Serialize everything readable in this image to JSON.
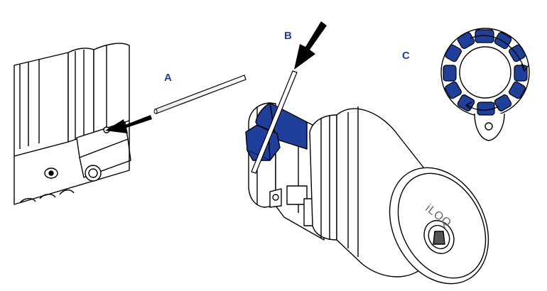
{
  "labels": {
    "a": "A",
    "b": "B",
    "c": "C"
  },
  "brand_text": "iLOQ",
  "colors": {
    "accent": "#1f3f9b",
    "label": "#1f3f9b",
    "outline": "#000000",
    "arrow": "#000000"
  }
}
